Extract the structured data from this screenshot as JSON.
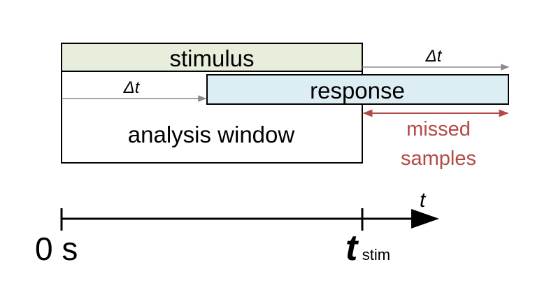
{
  "diagram": {
    "stimulus_label": "stimulus",
    "response_label": "response",
    "window_label": "analysis window",
    "delta_t_top": "Δt",
    "delta_t_left": "Δt",
    "missed_line1": "missed",
    "missed_line2": "samples",
    "time_axis_label": "t",
    "origin_label": "0 s",
    "tstim_main": "t",
    "tstim_sub": "stim"
  },
  "colors": {
    "stimulus_fill": "#e7efdc",
    "response_fill": "#dcedf3",
    "missed_color": "#b34a47",
    "arrow_gray": "#8a8a8a",
    "outline": "#000000"
  }
}
